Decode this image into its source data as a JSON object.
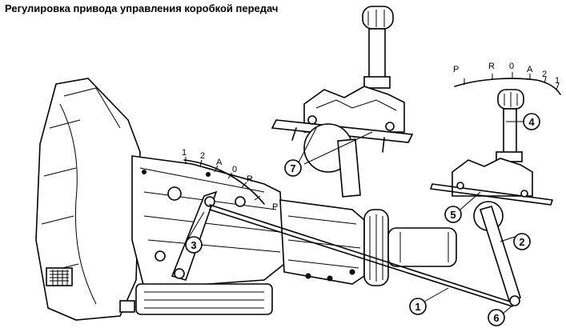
{
  "title": "Регулировка привода управления коробкой передач",
  "scale_lower": {
    "labels": [
      "1",
      "2",
      "A",
      "0",
      "R",
      "P"
    ]
  },
  "scale_upper": {
    "labels": [
      "P",
      "R",
      "0",
      "A",
      "2",
      "1"
    ]
  },
  "callouts": [
    "1",
    "2",
    "3",
    "4",
    "5",
    "6",
    "7"
  ]
}
